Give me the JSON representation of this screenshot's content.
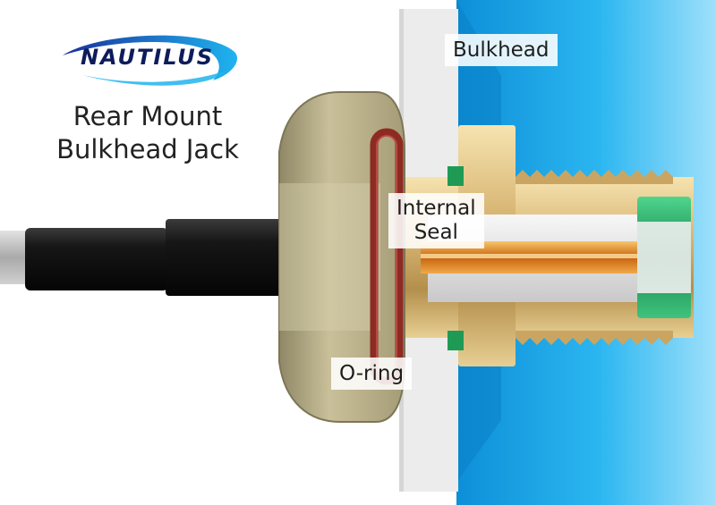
{
  "brand": {
    "name": "NAUTILUS"
  },
  "title": {
    "line1": "Rear Mount",
    "line2": "Bulkhead Jack"
  },
  "labels": {
    "bulkhead": "Bulkhead",
    "internal_seal_line1": "Internal",
    "internal_seal_line2": "Seal",
    "o_ring": "O-ring"
  },
  "colors": {
    "water": "#1aa3e6",
    "brass": "#d9b877",
    "hex_nut": "#bfb58e",
    "o_ring": "#8e2a24",
    "cable_jacket": "#111111",
    "insulator": "#e6e6e6",
    "contact": "#d77a16",
    "green_insert": "#1f9a55",
    "logo": "#0d1c5a"
  }
}
